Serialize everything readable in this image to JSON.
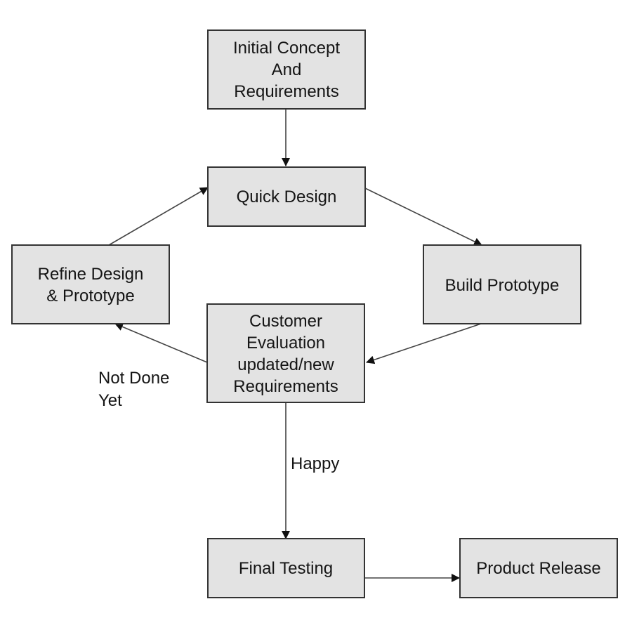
{
  "nodes": {
    "initial_concept": {
      "lines": [
        "Initial Concept",
        "And",
        "Requirements"
      ]
    },
    "quick_design": {
      "lines": [
        "Quick Design"
      ]
    },
    "refine_design": {
      "lines": [
        "Refine Design",
        "& Prototype"
      ]
    },
    "build_prototype": {
      "lines": [
        "Build Prototype"
      ]
    },
    "customer_evaluation": {
      "lines": [
        "Customer",
        "Evaluation",
        "updated/new",
        "Requirements"
      ]
    },
    "final_testing": {
      "lines": [
        "Final Testing"
      ]
    },
    "product_release": {
      "lines": [
        "Product Release"
      ]
    }
  },
  "edge_labels": {
    "not_done_yet": [
      "Not Done",
      "Yet"
    ],
    "happy": [
      "Happy"
    ]
  },
  "colors": {
    "box_fill": "#e3e3e3",
    "box_border": "#333333",
    "arrow": "#444444"
  }
}
